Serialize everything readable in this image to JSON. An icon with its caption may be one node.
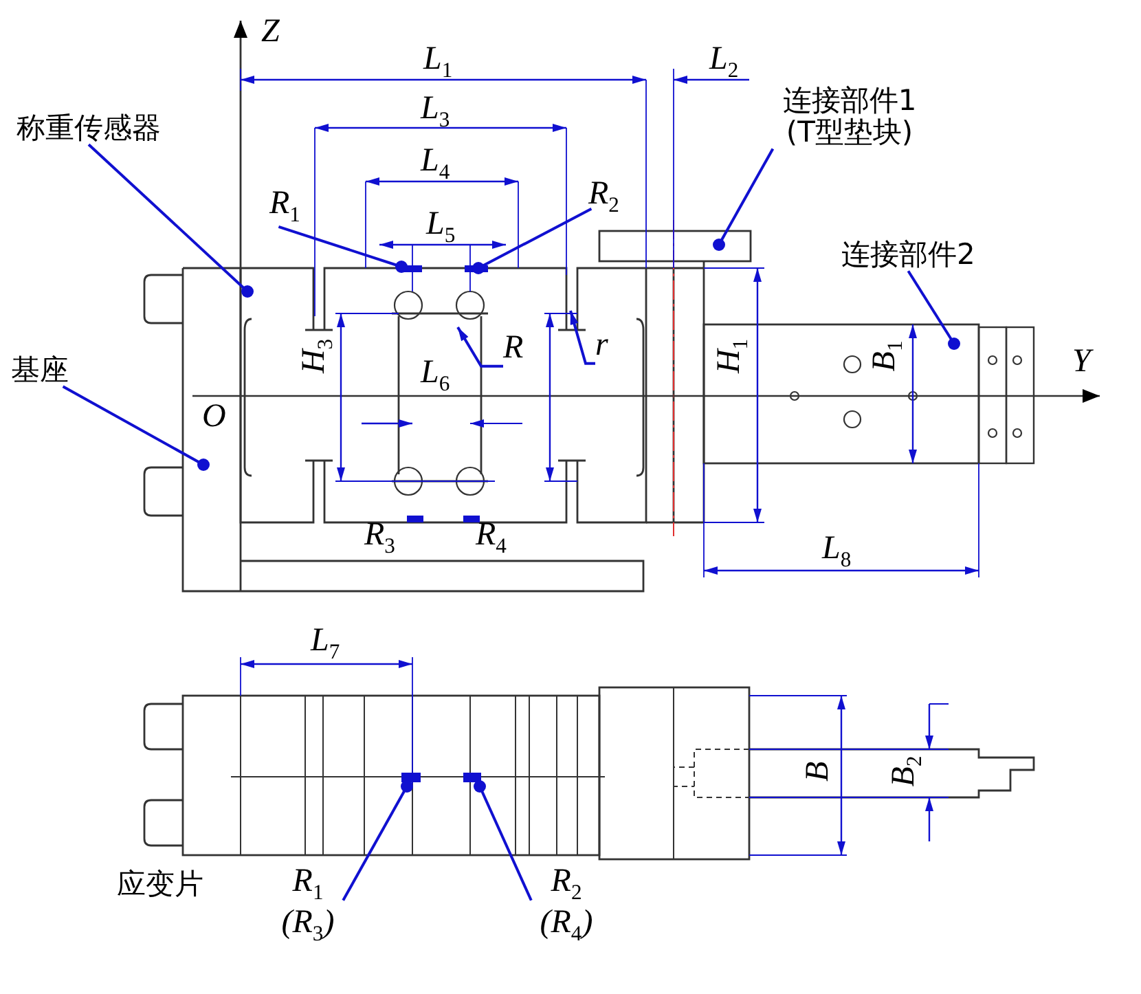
{
  "diagram": {
    "nodes": [
      {
        "text": [
          "称重传感器"
        ]
      },
      {
        "text": [
          "基座"
        ]
      },
      {
        "text": [
          "R$_{1}$"
        ]
      },
      {
        "text": [
          "R$_{2}$"
        ]
      },
      {
        "text": [
          "连接部件1 (T型垫块)"
        ]
      },
      {
        "text": [
          "连接部件2"
        ]
      },
      {
        "text": [
          "R"
        ]
      },
      {
        "text": [
          "r"
        ]
      },
      {
        "text": [
          "R$_{1}$ (R$_{3}$)"
        ]
      },
      {
        "text": [
          "R$_{2}$ (R$_{4}$)"
        ]
      }
    ],
    "edges": [
      {
        "from": 0,
        "to": null,
        "arrow": "other"
      },
      {
        "from": 1,
        "to": null,
        "arrow": "other"
      },
      {
        "from": 2,
        "to": null,
        "arrow": "other"
      },
      {
        "from": 3,
        "to": null,
        "arrow": "other"
      },
      {
        "from": 4,
        "to": null,
        "arrow": "other"
      },
      {
        "from": 5,
        "to": null,
        "arrow": "other"
      },
      {
        "from": 6,
        "to": null,
        "arrow": "to"
      },
      {
        "from": 7,
        "to": null,
        "arrow": "to"
      },
      {
        "from": 8,
        "to": null,
        "arrow": "other"
      },
      {
        "from": 9,
        "to": null,
        "arrow": "other"
      }
    ],
    "labels": [
      "Z",
      "L$_{1}$",
      "L$_{2}$",
      "L$_{3}$",
      "L$_{4}$",
      "L$_{5}$",
      "O",
      "H$_{3}$",
      "L$_{6}$",
      "H$_{1}$",
      "B$_{1}$",
      "Y",
      "R$_{3}$",
      "R$_{4}$",
      "L$_{8}$",
      "L$_{7}$",
      "B",
      "B$_{2}$",
      "应变片"
    ]
  }
}
